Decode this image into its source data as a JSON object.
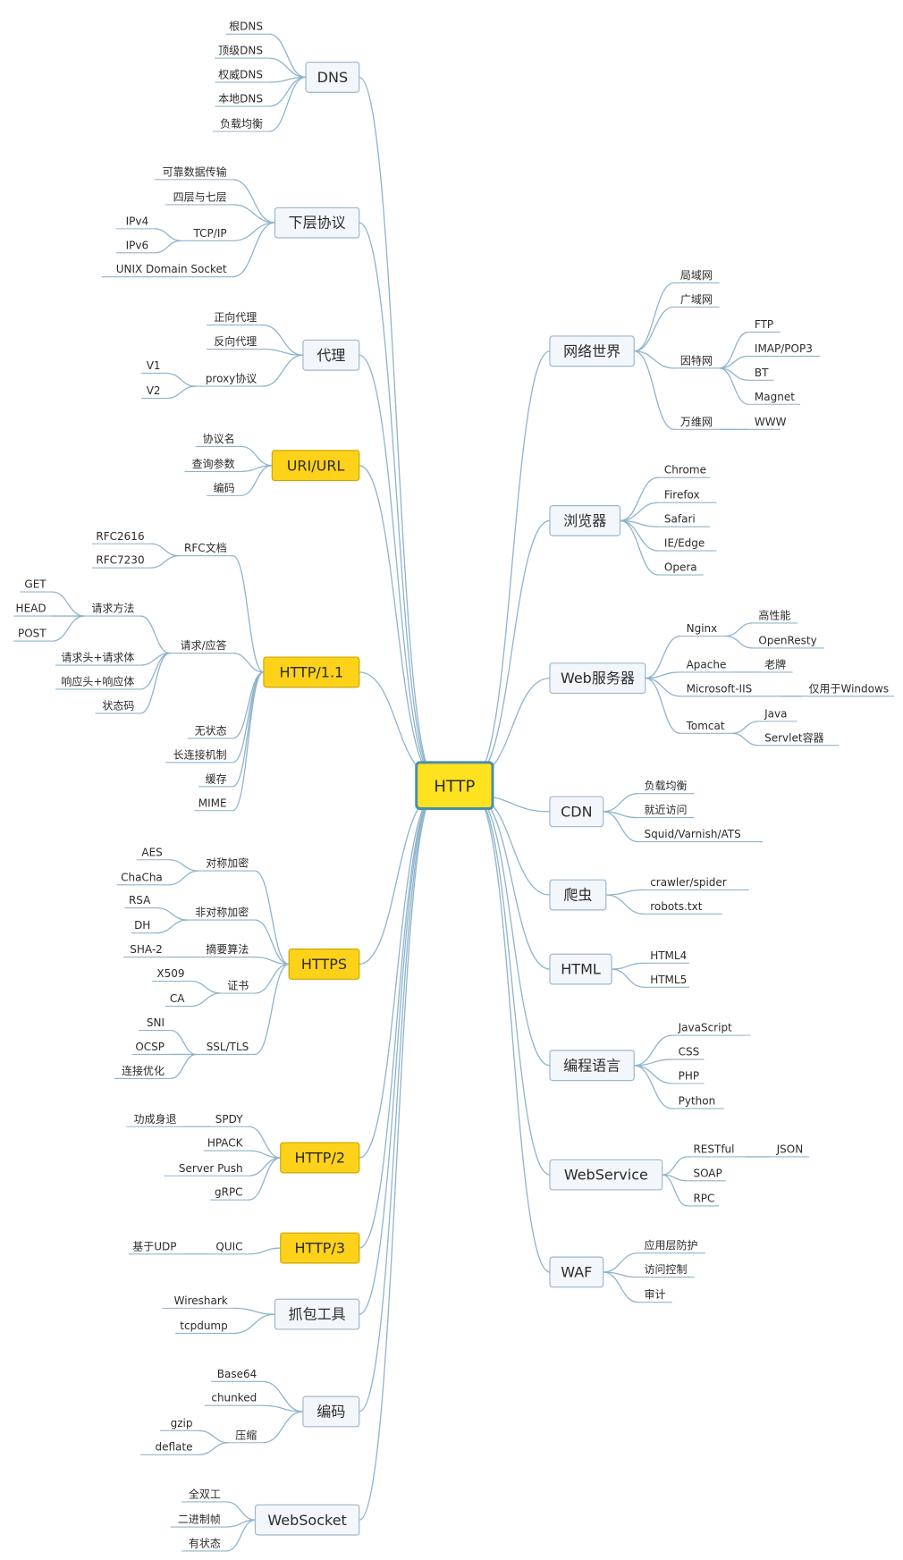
{
  "center": "HTTP",
  "left": [
    {
      "label": "DNS",
      "highlight": false,
      "children": [
        {
          "label": "根DNS"
        },
        {
          "label": "顶级DNS"
        },
        {
          "label": "权威DNS"
        },
        {
          "label": "本地DNS"
        },
        {
          "label": "负载均衡"
        }
      ]
    },
    {
      "label": "下层协议",
      "highlight": false,
      "children": [
        {
          "label": "可靠数据传输"
        },
        {
          "label": "四层与七层"
        },
        {
          "label": "TCP/IP",
          "children": [
            {
              "label": "IPv4"
            },
            {
              "label": "IPv6"
            }
          ]
        },
        {
          "label": "UNIX Domain Socket"
        }
      ]
    },
    {
      "label": "代理",
      "highlight": false,
      "children": [
        {
          "label": "正向代理"
        },
        {
          "label": "反向代理"
        },
        {
          "label": "proxy协议",
          "children": [
            {
              "label": "V1"
            },
            {
              "label": "V2"
            }
          ]
        }
      ]
    },
    {
      "label": "URI/URL",
      "highlight": true,
      "children": [
        {
          "label": "协议名"
        },
        {
          "label": "查询参数"
        },
        {
          "label": "编码"
        }
      ]
    },
    {
      "label": "HTTP/1.1",
      "highlight": true,
      "children": [
        {
          "label": "RFC文档",
          "children": [
            {
              "label": "RFC2616"
            },
            {
              "label": "RFC7230"
            }
          ]
        },
        {
          "label": "请求/应答",
          "children": [
            {
              "label": "请求方法",
              "children": [
                {
                  "label": "GET"
                },
                {
                  "label": "HEAD"
                },
                {
                  "label": "POST"
                }
              ]
            },
            {
              "label": "请求头+请求体"
            },
            {
              "label": "响应头+响应体"
            },
            {
              "label": "状态码"
            }
          ]
        },
        {
          "label": "无状态"
        },
        {
          "label": "长连接机制"
        },
        {
          "label": "缓存"
        },
        {
          "label": "MIME"
        }
      ]
    },
    {
      "label": "HTTPS",
      "highlight": true,
      "children": [
        {
          "label": "对称加密",
          "children": [
            {
              "label": "AES"
            },
            {
              "label": "ChaCha"
            }
          ]
        },
        {
          "label": "非对称加密",
          "children": [
            {
              "label": "RSA"
            },
            {
              "label": "DH"
            }
          ]
        },
        {
          "label": "摘要算法",
          "children": [
            {
              "label": "SHA-2"
            }
          ]
        },
        {
          "label": "证书",
          "children": [
            {
              "label": "X509"
            },
            {
              "label": "CA"
            }
          ]
        },
        {
          "label": "SSL/TLS",
          "children": [
            {
              "label": "SNI"
            },
            {
              "label": "OCSP"
            },
            {
              "label": "连接优化"
            }
          ]
        }
      ]
    },
    {
      "label": "HTTP/2",
      "highlight": true,
      "children": [
        {
          "label": "SPDY",
          "children": [
            {
              "label": "功成身退"
            }
          ]
        },
        {
          "label": "HPACK"
        },
        {
          "label": "Server Push"
        },
        {
          "label": "gRPC"
        }
      ]
    },
    {
      "label": "HTTP/3",
      "highlight": true,
      "children": [
        {
          "label": "QUIC",
          "children": [
            {
              "label": "基于UDP"
            }
          ]
        }
      ]
    },
    {
      "label": "抓包工具",
      "highlight": false,
      "children": [
        {
          "label": "Wireshark"
        },
        {
          "label": "tcpdump"
        }
      ]
    },
    {
      "label": "编码",
      "highlight": false,
      "children": [
        {
          "label": "Base64"
        },
        {
          "label": "chunked"
        },
        {
          "label": "压缩",
          "children": [
            {
              "label": "gzip"
            },
            {
              "label": "deflate"
            }
          ]
        }
      ]
    },
    {
      "label": "WebSocket",
      "highlight": false,
      "children": [
        {
          "label": "全双工"
        },
        {
          "label": "二进制帧"
        },
        {
          "label": "有状态"
        }
      ]
    }
  ],
  "right": [
    {
      "label": "网络世界",
      "highlight": false,
      "children": [
        {
          "label": "局域网"
        },
        {
          "label": "广域网"
        },
        {
          "label": "因特网",
          "children": [
            {
              "label": "FTP"
            },
            {
              "label": "IMAP/POP3"
            },
            {
              "label": "BT"
            },
            {
              "label": "Magnet"
            }
          ]
        },
        {
          "label": "万维网",
          "children": [
            {
              "label": "WWW"
            }
          ]
        }
      ]
    },
    {
      "label": "浏览器",
      "highlight": false,
      "children": [
        {
          "label": "Chrome"
        },
        {
          "label": "Firefox"
        },
        {
          "label": "Safari"
        },
        {
          "label": "IE/Edge"
        },
        {
          "label": "Opera"
        }
      ]
    },
    {
      "label": "Web服务器",
      "highlight": false,
      "children": [
        {
          "label": "Nginx",
          "children": [
            {
              "label": "高性能"
            },
            {
              "label": "OpenResty"
            }
          ]
        },
        {
          "label": "Apache",
          "children": [
            {
              "label": "老牌"
            }
          ]
        },
        {
          "label": "Microsoft-IIS",
          "children": [
            {
              "label": "仅用于Windows"
            }
          ]
        },
        {
          "label": "Tomcat",
          "children": [
            {
              "label": "Java"
            },
            {
              "label": "Servlet容器"
            }
          ]
        }
      ]
    },
    {
      "label": "CDN",
      "highlight": false,
      "children": [
        {
          "label": "负载均衡"
        },
        {
          "label": "就近访问"
        },
        {
          "label": "Squid/Varnish/ATS"
        }
      ]
    },
    {
      "label": "爬虫",
      "highlight": false,
      "children": [
        {
          "label": "crawler/spider"
        },
        {
          "label": "robots.txt"
        }
      ]
    },
    {
      "label": "HTML",
      "highlight": false,
      "children": [
        {
          "label": "HTML4"
        },
        {
          "label": "HTML5"
        }
      ]
    },
    {
      "label": "编程语言",
      "highlight": false,
      "children": [
        {
          "label": "JavaScript"
        },
        {
          "label": "CSS"
        },
        {
          "label": "PHP"
        },
        {
          "label": "Python"
        }
      ]
    },
    {
      "label": "WebService",
      "highlight": false,
      "children": [
        {
          "label": "RESTful",
          "children": [
            {
              "label": "JSON"
            }
          ]
        },
        {
          "label": "SOAP"
        },
        {
          "label": "RPC"
        }
      ]
    },
    {
      "label": "WAF",
      "highlight": false,
      "children": [
        {
          "label": "应用层防护"
        },
        {
          "label": "访问控制"
        },
        {
          "label": "审计"
        }
      ]
    }
  ]
}
